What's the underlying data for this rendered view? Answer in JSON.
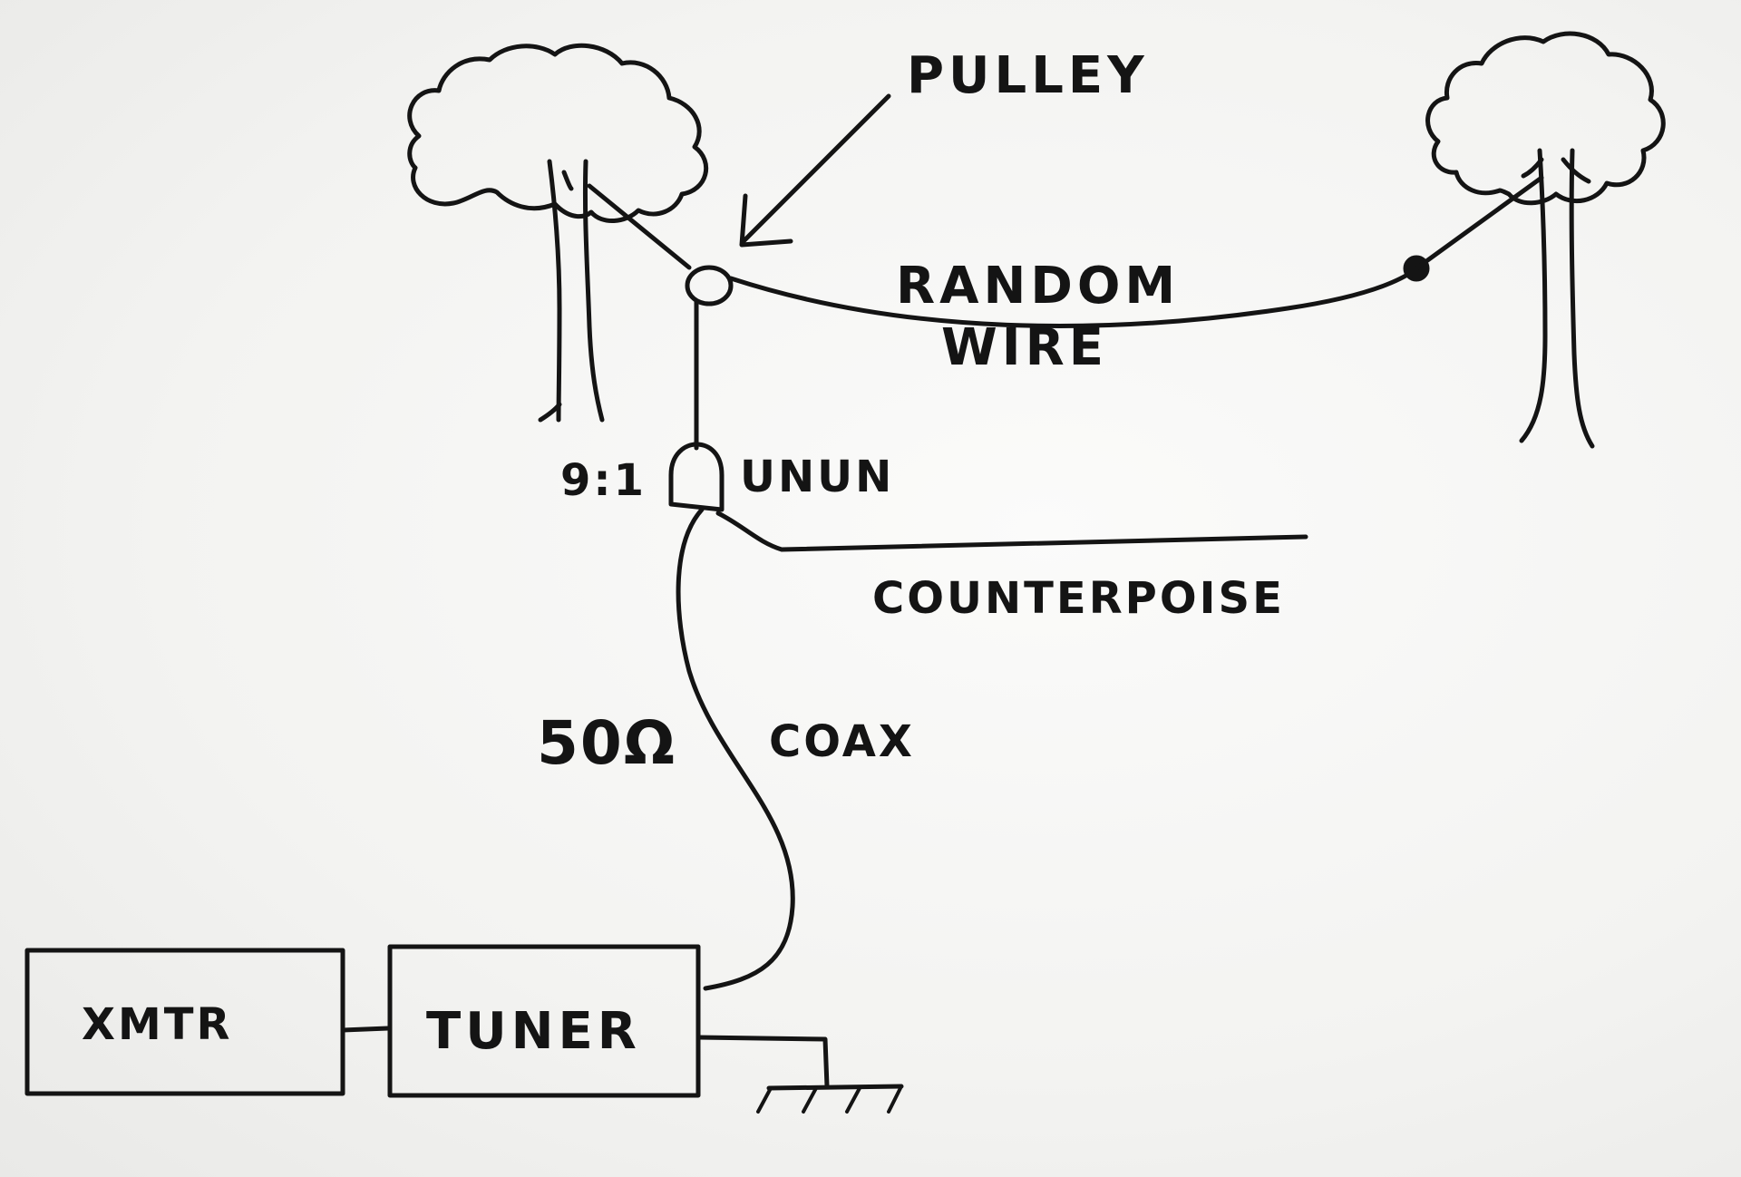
{
  "labels": {
    "pulley": "PULLEY",
    "random_wire_line1": "RANDOM",
    "random_wire_line2": "WIRE",
    "ratio": "9:1",
    "unun": "UNUN",
    "counterpoise": "COUNTERPOISE",
    "impedance": "50Ω",
    "coax": "COAX",
    "xmtr": "XMTR",
    "tuner": "TUNER"
  },
  "colors": {
    "ink": "#141414",
    "paper": "#f4f4f2"
  }
}
